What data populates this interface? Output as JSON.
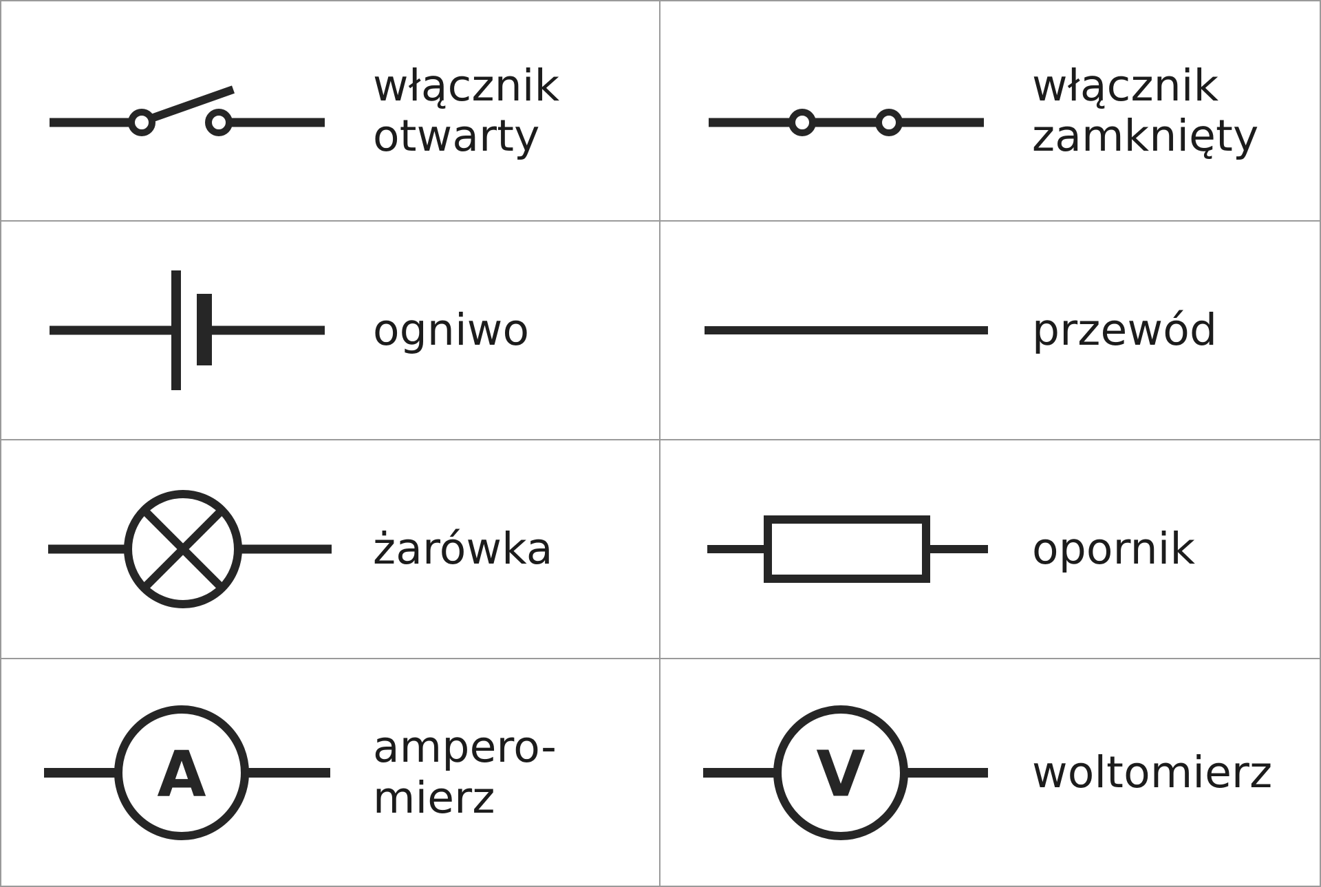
{
  "figure": {
    "kind": "electrical-circuit-symbols-table",
    "language": "pl",
    "columns": 2,
    "rows": 4,
    "stroke_color": "#262626",
    "border_color": "#9a9a9a",
    "background_color": "#ffffff"
  },
  "cells": [
    {
      "id": "switch-open",
      "icon": "open-switch-icon",
      "label": "włącznik\notwarty"
    },
    {
      "id": "switch-closed",
      "icon": "closed-switch-icon",
      "label": "włącznik\nzamknięty"
    },
    {
      "id": "cell-battery",
      "icon": "battery-cell-icon",
      "label": "ogniwo"
    },
    {
      "id": "wire",
      "icon": "wire-icon",
      "label": "przewód"
    },
    {
      "id": "lightbulb",
      "icon": "lightbulb-icon",
      "label": "żarówka"
    },
    {
      "id": "resistor",
      "icon": "resistor-icon",
      "label": "opornik"
    },
    {
      "id": "ammeter",
      "icon": "ammeter-icon",
      "icon_letter": "A",
      "label": "ampero-\nmierz"
    },
    {
      "id": "voltmeter",
      "icon": "voltmeter-icon",
      "icon_letter": "V",
      "label": "woltomierz"
    }
  ]
}
